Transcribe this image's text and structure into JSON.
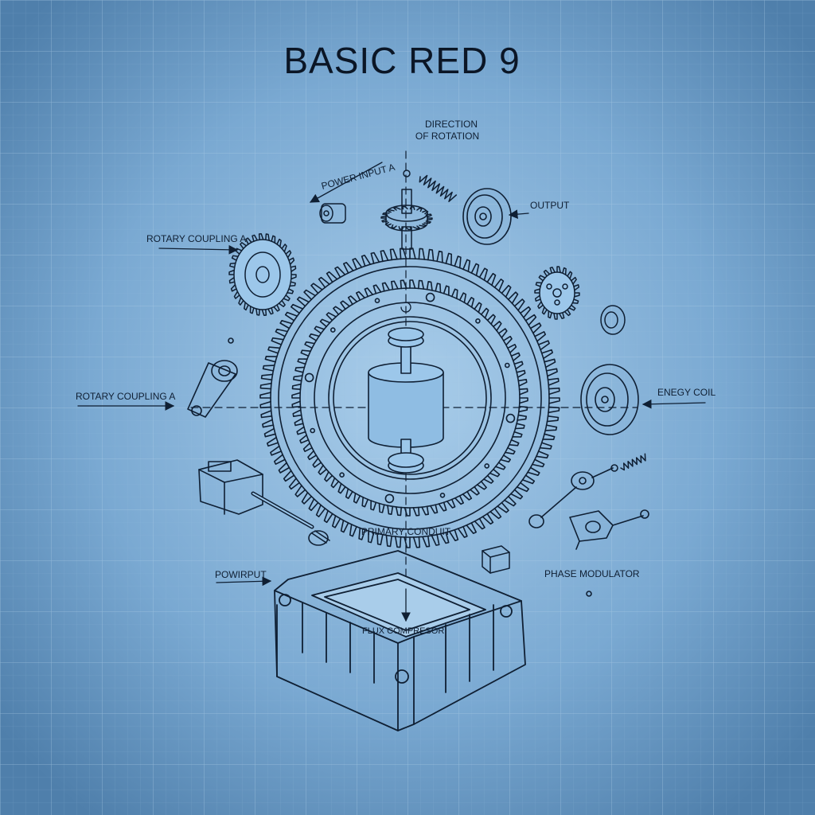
{
  "title": "BASIC RED 9",
  "colors": {
    "background": "#6e9fca",
    "ink": "#0f1f33"
  },
  "labels": {
    "direction_line1": "DIRECTION",
    "direction_line2": "OF ROTATION",
    "power_input_a": "POWER INPUT A",
    "output": "OUTPUT",
    "rotary_coupling_a_top": "ROTARY COUPLING A",
    "rotary_coupling_a_left": "ROTARY COUPLING A",
    "energy_coil": "ENEGY COIL",
    "primary_conduit": "PRIMARY CONDUIT",
    "power_input_low": "POWIRPUT",
    "phase_modulator": "PHASE MODULATOR",
    "flux_compressor": "FLUX COMPRESOR"
  }
}
